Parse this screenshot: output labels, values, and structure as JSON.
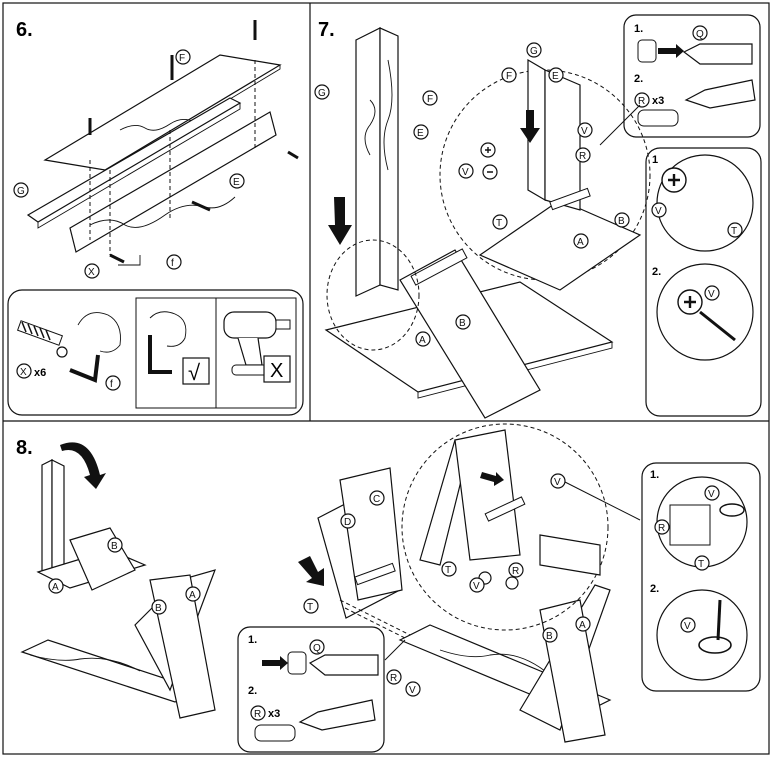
{
  "steps": {
    "s6": "6.",
    "s7": "7.",
    "s8": "8."
  },
  "parts": {
    "F": "F",
    "G": "G",
    "E": "E",
    "B": "B",
    "A": "A",
    "C": "C",
    "D": "D",
    "Q": "Q",
    "R": "R",
    "T": "T",
    "V": "V",
    "X": "X",
    "f": "f"
  },
  "substeps": {
    "one": "1.",
    "two": "2.",
    "one_plain": "1",
    "two_plain": "2."
  },
  "counts": {
    "x6": "x6",
    "x3": "x3"
  },
  "marks": {
    "check": "√",
    "cross": "X"
  }
}
